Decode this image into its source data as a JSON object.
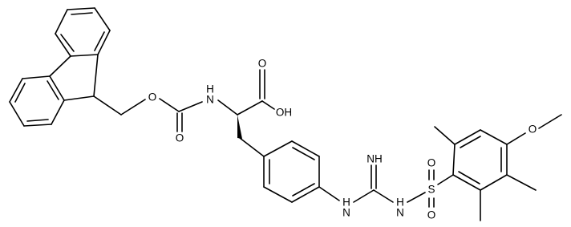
{
  "atoms": {
    "o_ester": "O",
    "o_carbamate_carbonyl": "O",
    "n_amide": "H\nN",
    "o_acid_carbonyl": "O",
    "o_acid_hydroxyl": "OH",
    "n_imine": "NH",
    "n_aniline": "H\nN",
    "n_sulfonamide": "H\nN",
    "s_sulfonyl": "S",
    "o_sulfonyl_top": "O",
    "o_sulfonyl_bottom": "O",
    "o_methoxy": "O"
  }
}
